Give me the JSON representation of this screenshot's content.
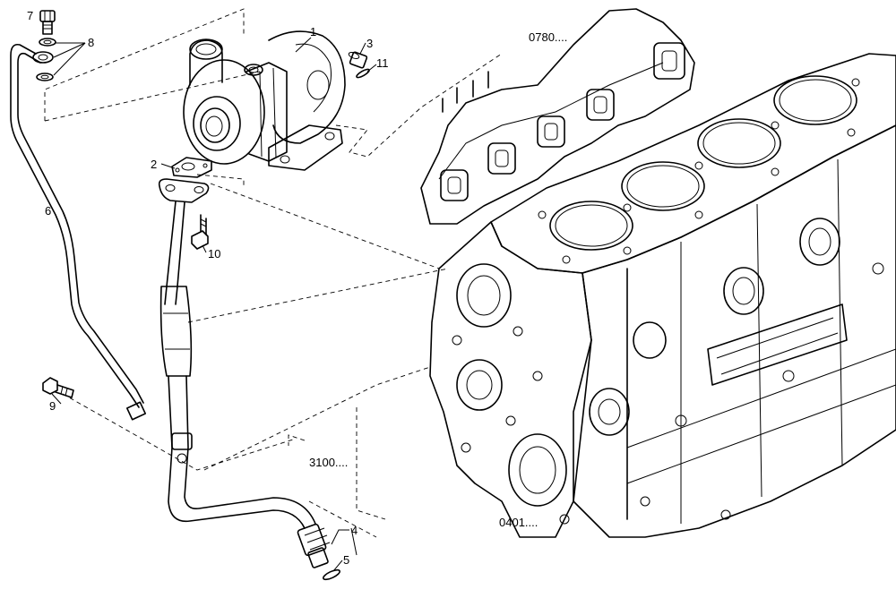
{
  "callouts": {
    "c1": "1",
    "c2": "2",
    "c3": "3",
    "c4": "4",
    "c5": "5",
    "c6": "6",
    "c7": "7",
    "c8": "8",
    "c9": "9",
    "c10": "10",
    "c11": "11"
  },
  "references": {
    "exhaust_manifold": "0780....",
    "engine_block": "0401....",
    "oil_return": "3100...."
  }
}
